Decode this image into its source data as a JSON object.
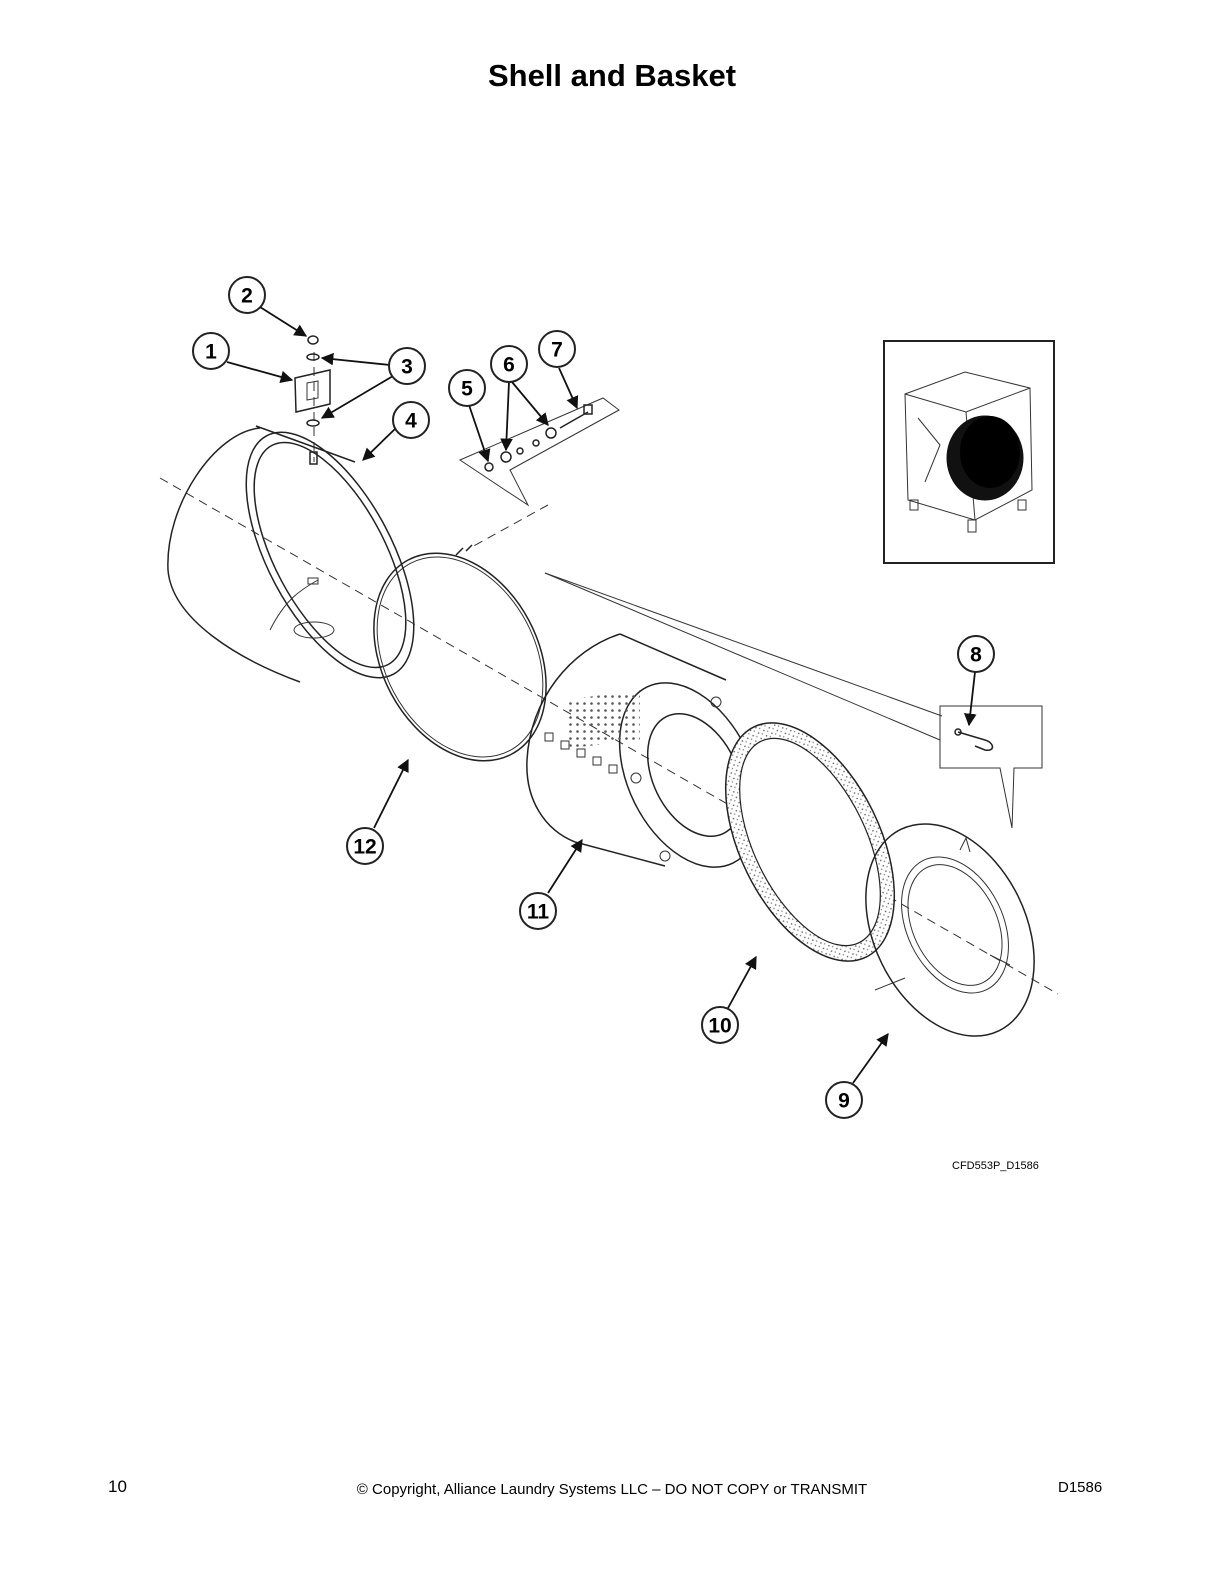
{
  "page": {
    "title": "Shell and Basket",
    "drawing_code": "CFD553P_D1586",
    "page_number": "10",
    "copyright": "© Copyright, Alliance Laundry Systems LLC – DO NOT COPY or TRANSMIT",
    "doc_code": "D1586"
  },
  "diagram": {
    "callouts": [
      "1",
      "2",
      "3",
      "4",
      "5",
      "6",
      "7",
      "8",
      "9",
      "10",
      "11",
      "12"
    ]
  }
}
